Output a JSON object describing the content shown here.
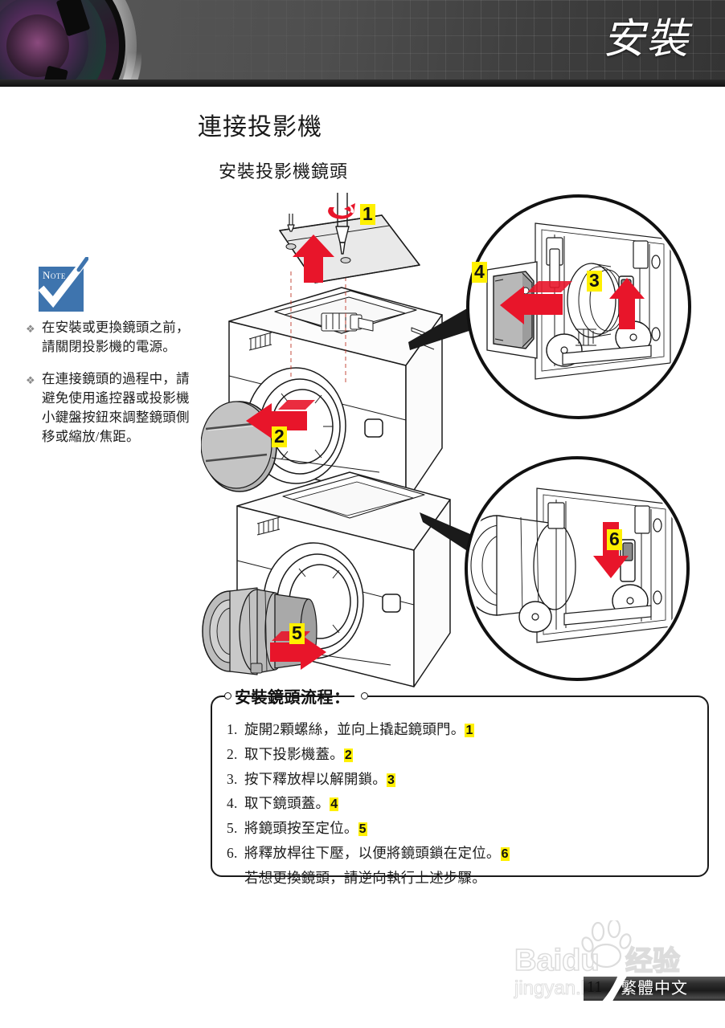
{
  "header": {
    "title": "安裝",
    "lens_icon": "camera-lens-graphic"
  },
  "headings": {
    "h1": "連接投影機",
    "h2": "安裝投影機鏡頭"
  },
  "note_panel": {
    "icon_label": "Note",
    "icon_color": "#3e74ae",
    "bullet_glyph": "❖",
    "items": [
      "在安裝或更換鏡頭之前，請關閉投影機的電源。",
      "在連接鏡頭的過程中，請避免使用遙控器或投影機小鍵盤按鈕來調整鏡頭側移或縮放/焦距。"
    ]
  },
  "diagram": {
    "description": "projector-lens-installation-line-art",
    "accent_color": "#e8152a",
    "callout_color": "#fff000",
    "callouts": [
      {
        "id": "1",
        "label": "1"
      },
      {
        "id": "2",
        "label": "2"
      },
      {
        "id": "3",
        "label": "3"
      },
      {
        "id": "4",
        "label": "4"
      },
      {
        "id": "5",
        "label": "5"
      },
      {
        "id": "6",
        "label": "6"
      }
    ]
  },
  "procedure": {
    "title": "安裝鏡頭流程：",
    "steps": [
      {
        "num": "1.",
        "text": "旋開2顆螺絲，並向上撬起鏡頭門。",
        "ref": "1"
      },
      {
        "num": "2.",
        "text": "取下投影機蓋。",
        "ref": "2"
      },
      {
        "num": "3.",
        "text": "按下釋放桿以解開鎖。",
        "ref": "3"
      },
      {
        "num": "4.",
        "text": "取下鏡頭蓋。",
        "ref": "4"
      },
      {
        "num": "5.",
        "text": "將鏡頭按至定位。",
        "ref": "5"
      },
      {
        "num": "6.",
        "text": "將釋放桿往下壓，以便將鏡頭鎖在定位。",
        "ref": "6"
      }
    ],
    "footnote": "若想更換鏡頭，請逆向執行上述步驟。"
  },
  "watermark": {
    "brand": "Baidu",
    "brand_cn": "经验",
    "url": "jingyan.baidu.com"
  },
  "footer": {
    "page_number": "11",
    "language": "繁體中文"
  }
}
